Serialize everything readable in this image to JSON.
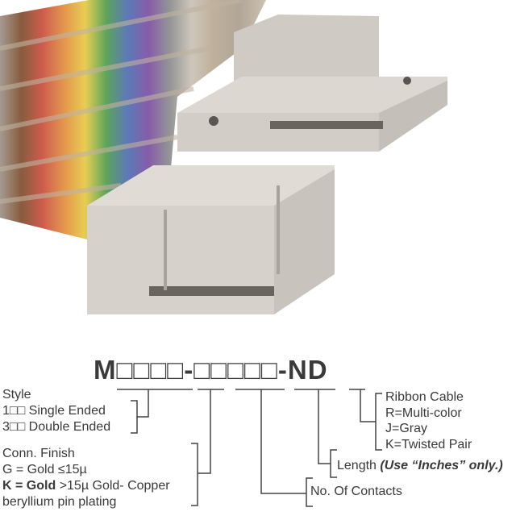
{
  "part_number": "M□□□□-□□□□□-ND",
  "style": {
    "label": "Style",
    "options": [
      "1□□ Single Ended",
      "3□□ Double Ended"
    ]
  },
  "finish": {
    "label": "Conn. Finish",
    "g": "G = Gold ≤15µ",
    "k_bold": "K = Gold",
    "k_rest": ">15µ Gold- Copper",
    "k_line2": "beryllium pin plating"
  },
  "contacts": {
    "label": "No. Of Contacts"
  },
  "length": {
    "label": "Length",
    "note": "(Use “Inches” only.)"
  },
  "ribbon": {
    "label": "Ribbon Cable",
    "options": [
      "R=Multi-color",
      "J=Gray",
      "K=Twisted Pair"
    ]
  },
  "colors": {
    "connector": "#d8d4cf",
    "line": "#444444",
    "text": "#3a3a3a"
  }
}
